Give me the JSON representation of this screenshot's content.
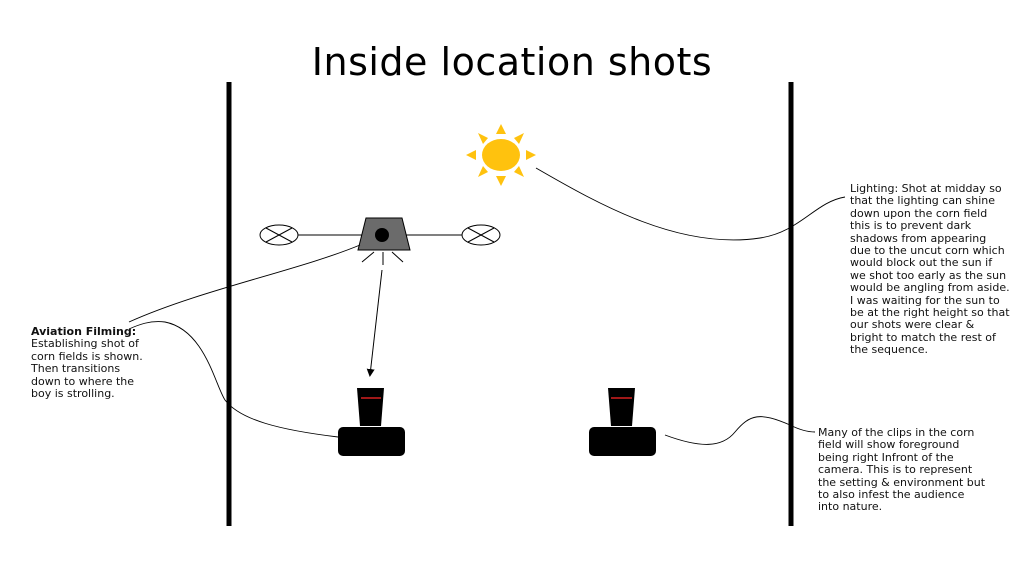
{
  "title": "Inside location shots",
  "notes": {
    "aviation": {
      "heading": "Aviation Filming:",
      "body": "Establishing shot of corn fields is shown. Then transitions down to where the boy is strolling."
    },
    "lighting": {
      "body": "Lighting: Shot at midday so that the lighting can shine down upon the corn field this is to prevent dark shadows from appearing due to the uncut corn which would block out the sun if we shot too early as the sun would be angling from aside. I was waiting for the sun to be at the right height so that our shots were clear & bright to match the rest of the sequence."
    },
    "foreground": {
      "body": "Many of the clips in the corn field will show foreground being right Infront of the camera. This is to represent the setting & environment but to also infest the audience into nature."
    }
  },
  "colors": {
    "sun": "#FFC20E",
    "drone_body": "#6B6B6B",
    "camera": "#000000",
    "lens_line": "#D62020",
    "lines": "#000000"
  },
  "icons": [
    "sun-icon",
    "drone-icon",
    "camera-icon"
  ]
}
